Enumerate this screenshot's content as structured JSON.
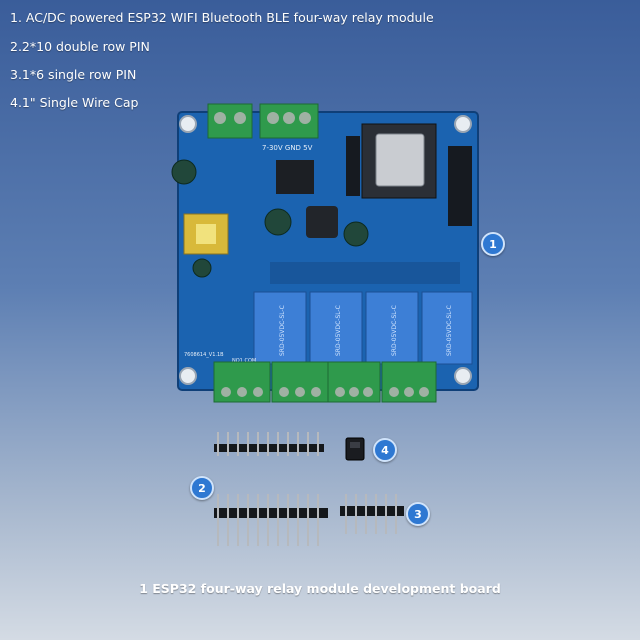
{
  "captions": [
    "1. AC/DC powered ESP32 WIFI Bluetooth BLE four-way relay module",
    "2.2*10 double row PIN",
    "3.1*6 single row PIN",
    "4.1\" Single Wire Cap"
  ],
  "footer": "1 ESP32 four-way relay module development board",
  "badges": [
    "1",
    "2",
    "3",
    "4"
  ],
  "board": {
    "power_label": "7-30V GND 5V",
    "version": "7608614_V1.1B",
    "terminal_labels": "NO1 COM",
    "relay_model": "SRD-05VDC-SL-C"
  },
  "colors": {
    "pcb": "#1b63b0",
    "terminal": "#2f9a4c",
    "relay": "#3d7fd6",
    "background_top": "#3a5d9a"
  }
}
